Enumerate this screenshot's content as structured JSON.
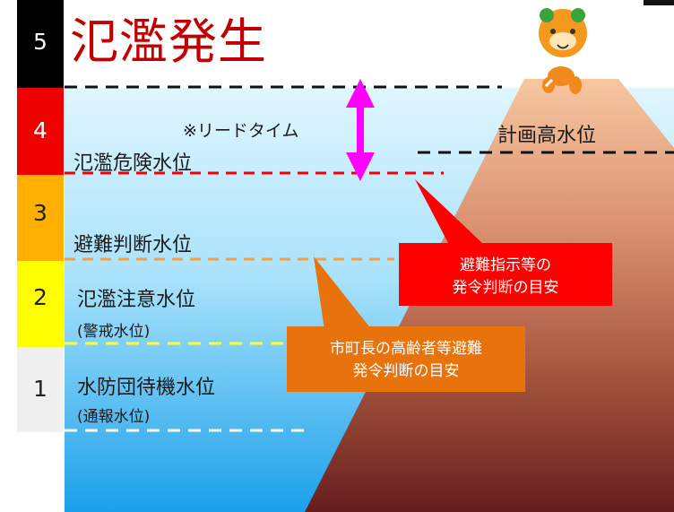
{
  "header": {
    "level_number": "5",
    "title": "氾濫発生"
  },
  "levels": [
    {
      "number": "4",
      "label": "氾濫危険水位",
      "color": "#ee0000"
    },
    {
      "number": "3",
      "label": "避難判断水位",
      "color": "#ffb000"
    },
    {
      "number": "2",
      "label": "氾濫注意水位",
      "sub": "(警戒水位)",
      "color": "#ffff00"
    },
    {
      "number": "1",
      "label": "水防団待機水位",
      "sub": "(通報水位)",
      "color": "#f0f0f0"
    }
  ],
  "lead_time_label": "※リードタイム",
  "planned_high_water_label": "計画高水位",
  "callouts": {
    "red": {
      "line1": "避難指示等の",
      "line2": "発令判断の目安",
      "color": "#ff0000"
    },
    "orange": {
      "line1": "市町長の高齢者等避難",
      "line2": "発令判断の目安",
      "color": "#e8720c"
    }
  },
  "colors": {
    "water_top": "#dff6ff",
    "water_bottom": "#1aa0ea",
    "mountain_top": "#f7c09a",
    "mountain_bottom": "#6a1f1f",
    "arrow": "#ff00ff"
  },
  "mascot": {
    "icon": "orange-mascot-icon"
  }
}
